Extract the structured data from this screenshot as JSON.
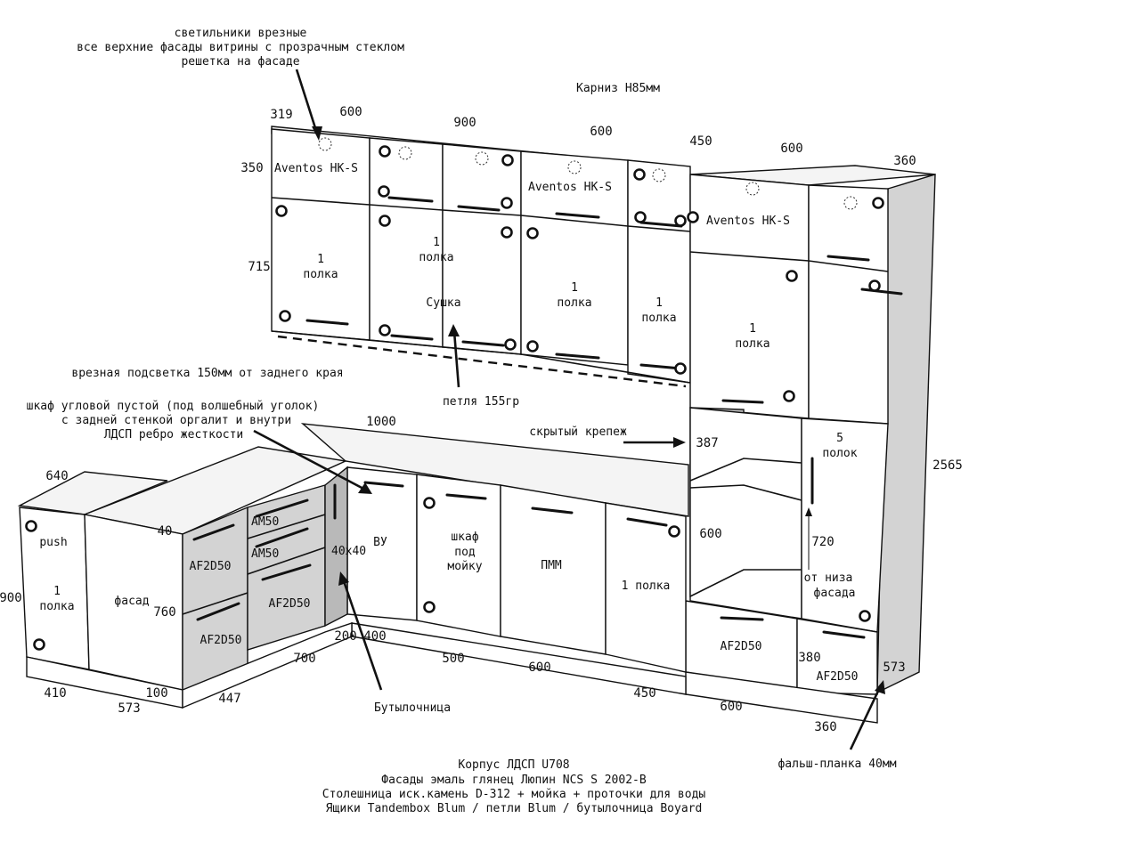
{
  "notes": {
    "top_lines": [
      "светильники врезные",
      "все верхние фасады витрины с прозрачным стеклом",
      "решетка на фасаде"
    ],
    "cornice": "Карниз Н85мм",
    "backlight": "врезная подсветка 150мм от заднего края",
    "hinge": "петля 155гр",
    "corner_lines": [
      "шкаф угловой пустой (под волшебный уголок)",
      "с задней стенкой оргалит и внутри",
      "ЛДСП ребро жесткости"
    ],
    "hidden_mount": "скрытый крепеж",
    "bottle": "Бутылочница",
    "false_panel": "фальш-планка 40мм",
    "footer_lines": [
      "Корпус ЛДСП U708",
      "Фасады эмаль глянец Люпин NCS S 2002-B",
      "Столешница иск.камень D-312 + мойка + проточки для воды",
      "Ящики  Tandembox Blum / петли Blum / бутылочница  Boyard"
    ]
  },
  "upper": {
    "lift_label": "Aventos HK-S",
    "shelf_num": "1",
    "shelf_word": "полка",
    "dryer": "Сушка"
  },
  "tall": {
    "shelves_num": "5",
    "shelves_word": "полок",
    "from_bottom_1": "от низа",
    "from_bottom_2": "фасада"
  },
  "lower": {
    "push": "push",
    "facade": "фасад",
    "am50": "АМ50",
    "af2d50": "AF2D50",
    "size_40x40": "40х40",
    "vu": "ВУ",
    "sink_1": "шкаф",
    "sink_2": "под",
    "sink_3": "мойку",
    "pmm": "ПММ",
    "one_shelf": "1 полка"
  },
  "dimensions": {
    "d319": "319",
    "d600a": "600",
    "d900": "900",
    "d600b": "600",
    "d450": "450",
    "d600c": "600",
    "d360": "360",
    "d350": "350",
    "d715": "715",
    "d2565": "2565",
    "d1000": "1000",
    "d387": "387",
    "d600oven": "600",
    "d720": "720",
    "d380": "380",
    "d573r": "573",
    "d640": "640",
    "d40": "40",
    "d900l": "900",
    "d760": "760",
    "d410": "410",
    "d100": "100",
    "d573": "573",
    "d447": "447",
    "d700": "700",
    "d200": "200",
    "d400": "400",
    "d500": "500",
    "d600d": "600",
    "d450b": "450",
    "d600e": "600",
    "d360b": "360"
  }
}
